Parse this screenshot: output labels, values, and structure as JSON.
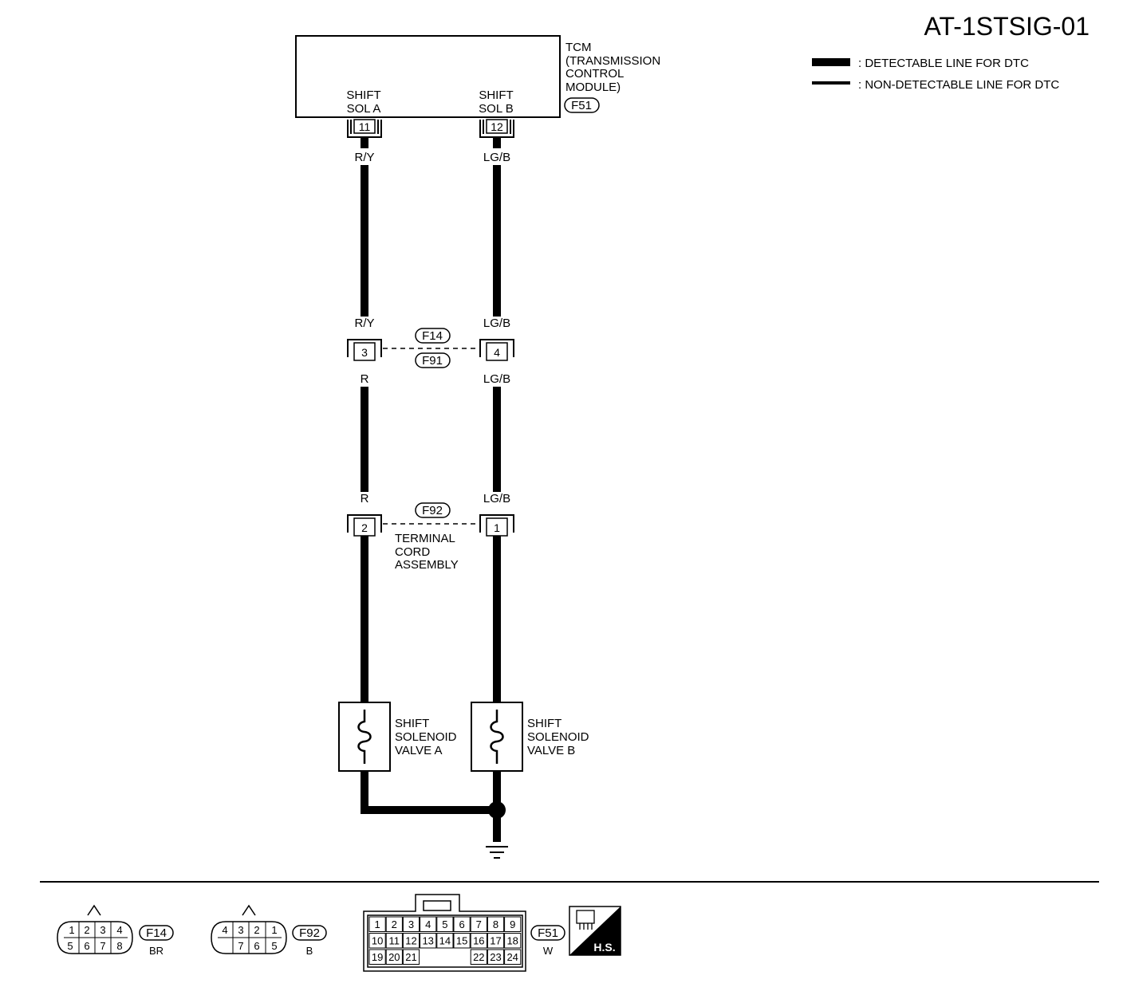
{
  "title": "AT-1STSIG-01",
  "legend": {
    "detectable": ": DETECTABLE LINE FOR DTC",
    "non_detectable": ": NON-DETECTABLE LINE FOR DTC"
  },
  "tcm": {
    "lines": [
      "TCM",
      "(TRANSMISSION",
      "CONTROL",
      "MODULE)"
    ],
    "connector": "F51",
    "shift_sol_a": [
      "SHIFT",
      "SOL A"
    ],
    "shift_sol_b": [
      "SHIFT",
      "SOL B"
    ],
    "pin_a": "11",
    "pin_b": "12"
  },
  "wires": {
    "a_top": "R/Y",
    "b_top": "LG/B",
    "a_mid_upper": "R/Y",
    "b_mid_upper": "LG/B",
    "a_mid_lower": "R",
    "b_mid_lower": "LG/B",
    "a_low": "R",
    "b_low": "LG/B"
  },
  "junction1": {
    "pin_a": "3",
    "pin_b": "4",
    "connector_top": "F14",
    "connector_bottom": "F91"
  },
  "junction2": {
    "pin_a": "2",
    "pin_b": "1",
    "connector": "F92",
    "label": [
      "TERMINAL",
      "CORD",
      "ASSEMBLY"
    ]
  },
  "solenoid_a": [
    "SHIFT",
    "SOLENOID",
    "VALVE A"
  ],
  "solenoid_b": [
    "SHIFT",
    "SOLENOID",
    "VALVE B"
  ],
  "connectors": {
    "f14": {
      "id": "F14",
      "color": "BR",
      "top": [
        "1",
        "2",
        "3",
        "4"
      ],
      "bottom": [
        "5",
        "6",
        "7",
        "8"
      ]
    },
    "f92": {
      "id": "F92",
      "color": "B",
      "top": [
        "4",
        "3",
        "2",
        "1"
      ],
      "bottom": [
        "7",
        "6",
        "5"
      ]
    },
    "f51": {
      "id": "F51",
      "color": "W",
      "row1": [
        "1",
        "2",
        "3",
        "4",
        "5",
        "6",
        "7",
        "8",
        "9"
      ],
      "row2": [
        "10",
        "11",
        "12",
        "13",
        "14",
        "15",
        "16",
        "17",
        "18"
      ],
      "row3_left": [
        "19",
        "20",
        "21"
      ],
      "row3_right": [
        "22",
        "23",
        "24"
      ]
    },
    "hs_badge": "H.S."
  }
}
